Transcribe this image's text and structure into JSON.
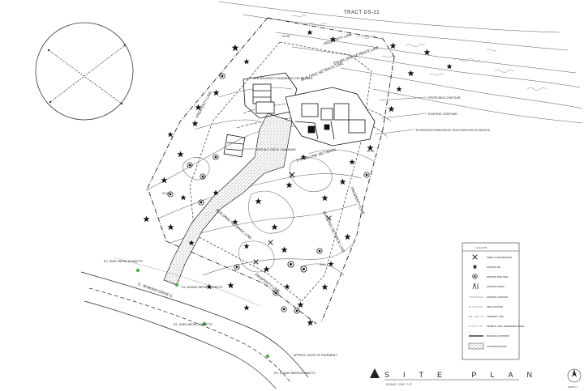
{
  "sheet": {
    "tract_label": "TRACT DS-21",
    "title": "SITE PLAN",
    "scale_text": "SCALE: 1/16\" 1'-0\"",
    "north_label": "NORTH"
  },
  "road": {
    "name": "E. JENKINS DRIVE E.",
    "pavement_note": "APPROX. EDGE OF PAVEMENT"
  },
  "plan_labels": {
    "property_line_top": "PROPERTY LINE",
    "property_line_left": "PROPERTY LINE",
    "property_line_right": "PROPERTY LINE",
    "property_line_bottom": "PROPERTY LINE",
    "envelope_setback": "ENVELOPE SETBACK LINE",
    "building_setback_top": "BUILDING SETBACK LINE",
    "building_setback_right": "BUILDING SETBACK LINE",
    "building_setback_bottom": "BUILDING SETBACK LINE",
    "fire_setback": "5' FIRE LINE SET BACK",
    "asphalt_drive": "ASPHALT DRIVE / WALKWAY",
    "house_note": "SEE ARCHITECT DRAWINGS FOR DETAILS",
    "proposed_contour": "PROPOSED CONTOUR",
    "existing_contour": "EXISTING CONTOUR",
    "tree_note": "TREE CLEARING LIMITED TO FIREWISE SETBACK ONLY - TREES NOT SHOWN FOR CLARITY. SEE LANDSCAPE PLAN",
    "dim_top": "22.05",
    "dim_right": "22.05",
    "dim_left": "22.05",
    "dim_bottom": "20.0"
  },
  "easements": [
    {
      "id": "e1",
      "text": "EX. SNPH INFRA-DCMNCTS"
    },
    {
      "id": "e2",
      "text": "EX. ROADS INFRA-DCMNCTS"
    },
    {
      "id": "e3",
      "text": "EX. SNPH INFRA-DCMNCTS"
    },
    {
      "id": "e4",
      "text": "EX. ROADS INFRA-DCMNCTS"
    }
  ],
  "legend": {
    "header": "L E G E N D",
    "items": [
      {
        "symbol": "x-mark",
        "text": "TREES TO BE REMOVED"
      },
      {
        "symbol": "fir-tree",
        "text": "EXISTING FIR"
      },
      {
        "symbol": "pine-tree",
        "text": "EXISTING PINE TREE"
      },
      {
        "symbol": "aspen",
        "text": "EXISTING ASPEN"
      },
      {
        "symbol": "existing-contour",
        "text": "EXISTING CONTOUR"
      },
      {
        "symbol": "new-contour",
        "text": "NEW CONTOUR"
      },
      {
        "symbol": "property-line",
        "text": "PROPERTY LINE"
      },
      {
        "symbol": "setback-line",
        "text": "SETBACK LINE / DEFENSIBLE SPACE"
      },
      {
        "symbol": "building-footprint",
        "text": "BUILDING FOOTPRINT"
      },
      {
        "symbol": "concrete-paving",
        "text": "CONCRETE PAVING"
      }
    ]
  },
  "colors": {
    "line": "#222222",
    "accent_green": "#4caf50",
    "paper": "#ffffff"
  }
}
